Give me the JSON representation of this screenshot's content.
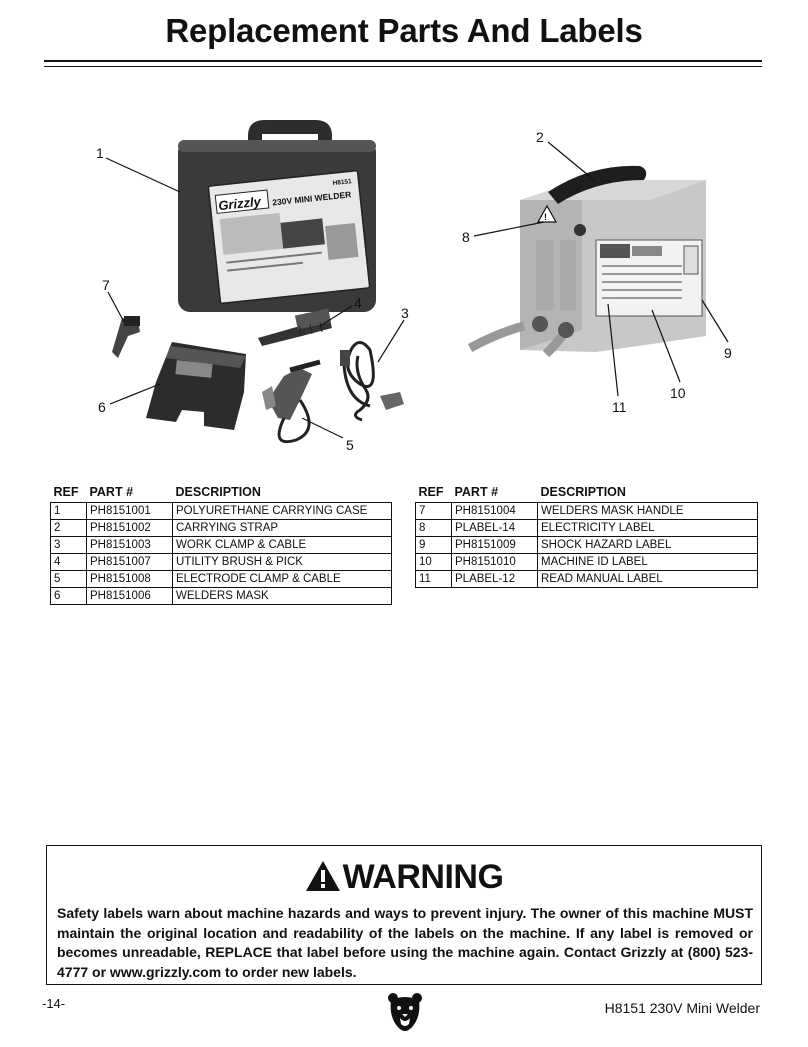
{
  "page": {
    "title": "Replacement Parts And Labels",
    "page_number": "-14-",
    "footer_model": "H8151 230V Mini Welder"
  },
  "callouts": [
    "1",
    "2",
    "3",
    "4",
    "5",
    "6",
    "7",
    "8",
    "9",
    "10",
    "11"
  ],
  "illustration_text": {
    "case_brand": "Grizzly",
    "case_title": "230V MINI WELDER",
    "case_model": "H8151"
  },
  "table_headers": {
    "ref": "REF",
    "part": "PART #",
    "desc": "DESCRIPTION"
  },
  "parts_left": [
    {
      "ref": "1",
      "part": "PH8151001",
      "desc": "POLYURETHANE CARRYING CASE"
    },
    {
      "ref": "2",
      "part": "PH8151002",
      "desc": "CARRYING STRAP"
    },
    {
      "ref": "3",
      "part": "PH8151003",
      "desc": "WORK CLAMP & CABLE"
    },
    {
      "ref": "4",
      "part": "PH8151007",
      "desc": "UTILITY BRUSH & PICK"
    },
    {
      "ref": "5",
      "part": "PH8151008",
      "desc": "ELECTRODE CLAMP & CABLE"
    },
    {
      "ref": "6",
      "part": "PH8151006",
      "desc": "WELDERS MASK"
    }
  ],
  "parts_right": [
    {
      "ref": "7",
      "part": "PH8151004",
      "desc": "WELDERS MASK HANDLE"
    },
    {
      "ref": "8",
      "part": "PLABEL-14",
      "desc": "ELECTRICITY LABEL"
    },
    {
      "ref": "9",
      "part": "PH8151009",
      "desc": "SHOCK HAZARD LABEL"
    },
    {
      "ref": "10",
      "part": "PH8151010",
      "desc": "MACHINE ID LABEL"
    },
    {
      "ref": "11",
      "part": "PLABEL-12",
      "desc": "READ MANUAL LABEL"
    }
  ],
  "warning": {
    "heading": "WARNING",
    "body": "Safety labels warn about machine hazards and ways to prevent injury. The owner of this machine MUST maintain the original location and readability of the labels on the machine. If any label is removed or becomes unreadable, REPLACE that label before using the machine again. Contact Grizzly at (800) 523-4777 or www.grizzly.com to order new labels."
  }
}
